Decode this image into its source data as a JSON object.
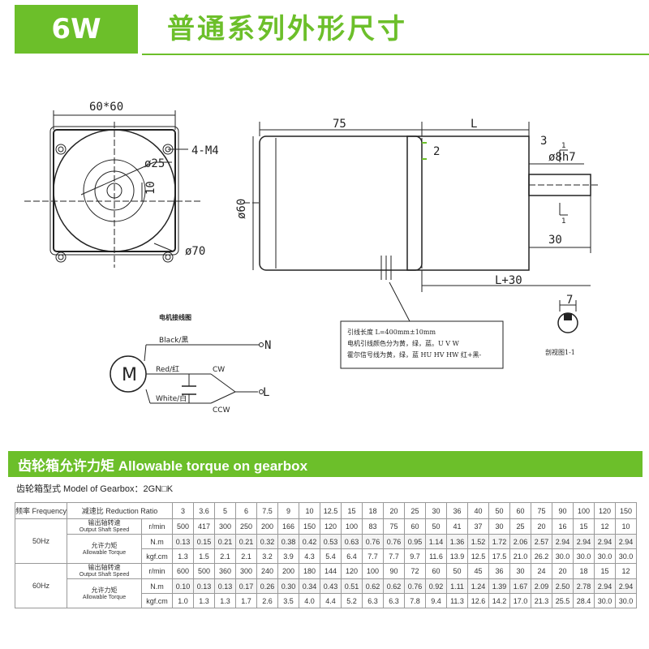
{
  "header": {
    "badge": "6W",
    "title": "普通系列外形尺寸"
  },
  "drawing": {
    "front_view": {
      "width_label": "60*60",
      "hole_label": "4-M4",
      "pilot_label": "ø25",
      "key_label": "10",
      "pcd_label": "ø70"
    },
    "side_view": {
      "body_length": "75",
      "length_L": "L",
      "shoulder": "2",
      "shaft_step": "3",
      "shaft_diam": "ø8h7",
      "height_label": "ø60",
      "shaft_length": "30",
      "total_length": "L+30",
      "section_mark_1": "1",
      "section_mark_2": "1"
    },
    "section": {
      "width": "7",
      "caption": "剖视图1-1"
    },
    "lead_note": [
      "引线长度 L=400mm±10mm",
      "电机引线颜色分为黄，绿，蓝。U V W",
      "霍尔信号线为黄，绿，蓝   HU HV HW 红+黑-"
    ],
    "wiring": {
      "title": "电机接线图",
      "black": "Black/黑",
      "red": "Red/红",
      "white": "White/白",
      "n": "N",
      "l": "L",
      "motor": "M",
      "cw": "CW",
      "ccw": "CCW"
    }
  },
  "gearbox": {
    "section_title": "齿轮箱允许力矩 Allowable torque on gearbox",
    "model_label": "齿轮箱型式 Model of Gearbox：2GN□K",
    "freq_header": "频率 Frequency",
    "ratio_header": "减速比 Reduction Ratio",
    "ratios": [
      "3",
      "3.6",
      "5",
      "6",
      "7.5",
      "9",
      "10",
      "12.5",
      "15",
      "18",
      "20",
      "25",
      "30",
      "36",
      "40",
      "50",
      "60",
      "75",
      "90",
      "100",
      "120",
      "150"
    ],
    "groups": [
      {
        "freq": "50Hz",
        "speed_label_cn": "输出轴转速",
        "speed_label_en": "Output Shaft Speed",
        "torque_label_cn": "允许力矩",
        "torque_label_en": "Allowable Torque",
        "rows": [
          {
            "unit": "r/min",
            "values": [
              "500",
              "417",
              "300",
              "250",
              "200",
              "166",
              "150",
              "120",
              "100",
              "83",
              "75",
              "60",
              "50",
              "41",
              "37",
              "30",
              "25",
              "20",
              "16",
              "15",
              "12",
              "10"
            ]
          },
          {
            "unit": "N.m",
            "values": [
              "0.13",
              "0.15",
              "0.21",
              "0.21",
              "0.32",
              "0.38",
              "0.42",
              "0.53",
              "0.63",
              "0.76",
              "0.76",
              "0.95",
              "1.14",
              "1.36",
              "1.52",
              "1.72",
              "2.06",
              "2.57",
              "2.94",
              "2.94",
              "2.94",
              "2.94"
            ]
          },
          {
            "unit": "kgf.cm",
            "values": [
              "1.3",
              "1.5",
              "2.1",
              "2.1",
              "3.2",
              "3.9",
              "4.3",
              "5.4",
              "6.4",
              "7.7",
              "7.7",
              "9.7",
              "11.6",
              "13.9",
              "12.5",
              "17.5",
              "21.0",
              "26.2",
              "30.0",
              "30.0",
              "30.0",
              "30.0"
            ]
          }
        ]
      },
      {
        "freq": "60Hz",
        "speed_label_cn": "输出轴转速",
        "speed_label_en": "Output Shaft Speed",
        "torque_label_cn": "允许力矩",
        "torque_label_en": "Allowable Torque",
        "rows": [
          {
            "unit": "r/min",
            "values": [
              "600",
              "500",
              "360",
              "300",
              "240",
              "200",
              "180",
              "144",
              "120",
              "100",
              "90",
              "72",
              "60",
              "50",
              "45",
              "36",
              "30",
              "24",
              "20",
              "18",
              "15",
              "12"
            ]
          },
          {
            "unit": "N.m",
            "values": [
              "0.10",
              "0.13",
              "0.13",
              "0.17",
              "0.26",
              "0.30",
              "0.34",
              "0.43",
              "0.51",
              "0.62",
              "0.62",
              "0.76",
              "0.92",
              "1.11",
              "1.24",
              "1.39",
              "1.67",
              "2.09",
              "2.50",
              "2.78",
              "2.94",
              "2.94"
            ]
          },
          {
            "unit": "kgf.cm",
            "values": [
              "1.0",
              "1.3",
              "1.3",
              "1.7",
              "2.6",
              "3.5",
              "4.0",
              "4.4",
              "5.2",
              "6.3",
              "6.3",
              "7.8",
              "9.4",
              "11.3",
              "12.6",
              "14.2",
              "17.0",
              "21.3",
              "25.5",
              "28.4",
              "30.0",
              "30.0"
            ]
          }
        ]
      }
    ]
  }
}
